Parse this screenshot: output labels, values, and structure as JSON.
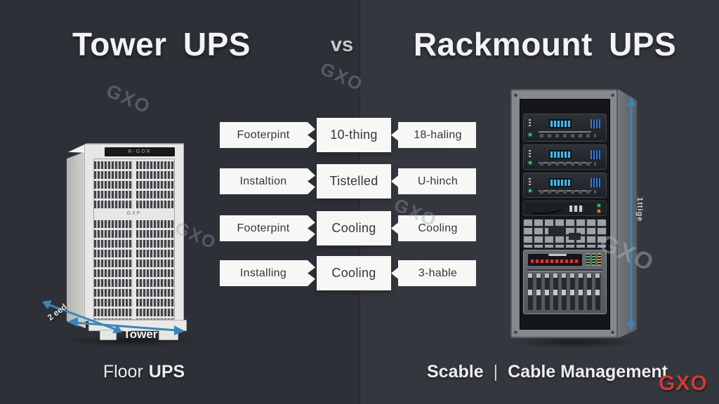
{
  "title": {
    "left": "Tower UPS",
    "vs": "vs",
    "right": "Rackmount UPS"
  },
  "comparison_rows": [
    {
      "left": "Footerpint",
      "center": "10-thing",
      "right": "18-haling"
    },
    {
      "left": "Instaltion",
      "center": "Tistelled",
      "right": "U-hinch"
    },
    {
      "left": "Footerpint",
      "center": "Cooling",
      "right": "Cooling"
    },
    {
      "left": "Installing",
      "center": "Cooling",
      "right": "3-hable"
    }
  ],
  "tower": {
    "brand_label": "R-GOR",
    "logo": "GXP",
    "width_label": "Tower",
    "depth_label": "2 eed"
  },
  "rack": {
    "height_label": "1ttige"
  },
  "captions": {
    "left": {
      "normal": "Floor",
      "bold": "UPS"
    },
    "right": {
      "part1": "Scable",
      "divider": "|",
      "part2": "Cable Management"
    }
  },
  "watermark": {
    "text": "GXO"
  },
  "footer_brand": {
    "text": "GXO",
    "color": "#cf3a36"
  },
  "colors": {
    "bg_left": "#2d3036",
    "bg_right": "#34373d",
    "box_bg": "#f7f7f6",
    "box_text": "#33373c",
    "arrow_blue": "#3d85b5",
    "display_cyan": "#49b7e3",
    "led_green": "#41c46d",
    "led_orange": "#d98f35",
    "red_display": "#c93f35"
  }
}
